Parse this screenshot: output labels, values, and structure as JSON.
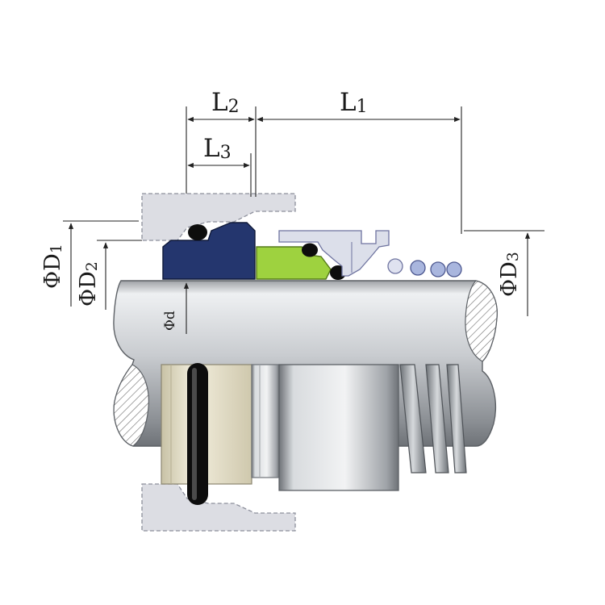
{
  "labels": {
    "l1_main": "L",
    "l1_sub": "1",
    "l2_main": "L",
    "l2_sub": "2",
    "l3_main": "L",
    "l3_sub": "3",
    "d1_main": "ΦD",
    "d1_sub": "1",
    "d2_main": "ΦD",
    "d2_sub": "2",
    "d3_main": "ΦD",
    "d3_sub": "3",
    "shaft_d": "Φd"
  },
  "colors": {
    "housing": "#dcdde3",
    "housing_outline": "#9a9ca8",
    "stationary_seat": "#24366e",
    "rotating_face": "#9ed23f",
    "oring": "#0d0d0d",
    "shaft": "#b9bcbf",
    "hatch": "#6a6a6a",
    "metal_sleeve": "#c3c6c9",
    "spring": "#9aa0a6",
    "seat_sectional_view": "#e8e3d2"
  }
}
